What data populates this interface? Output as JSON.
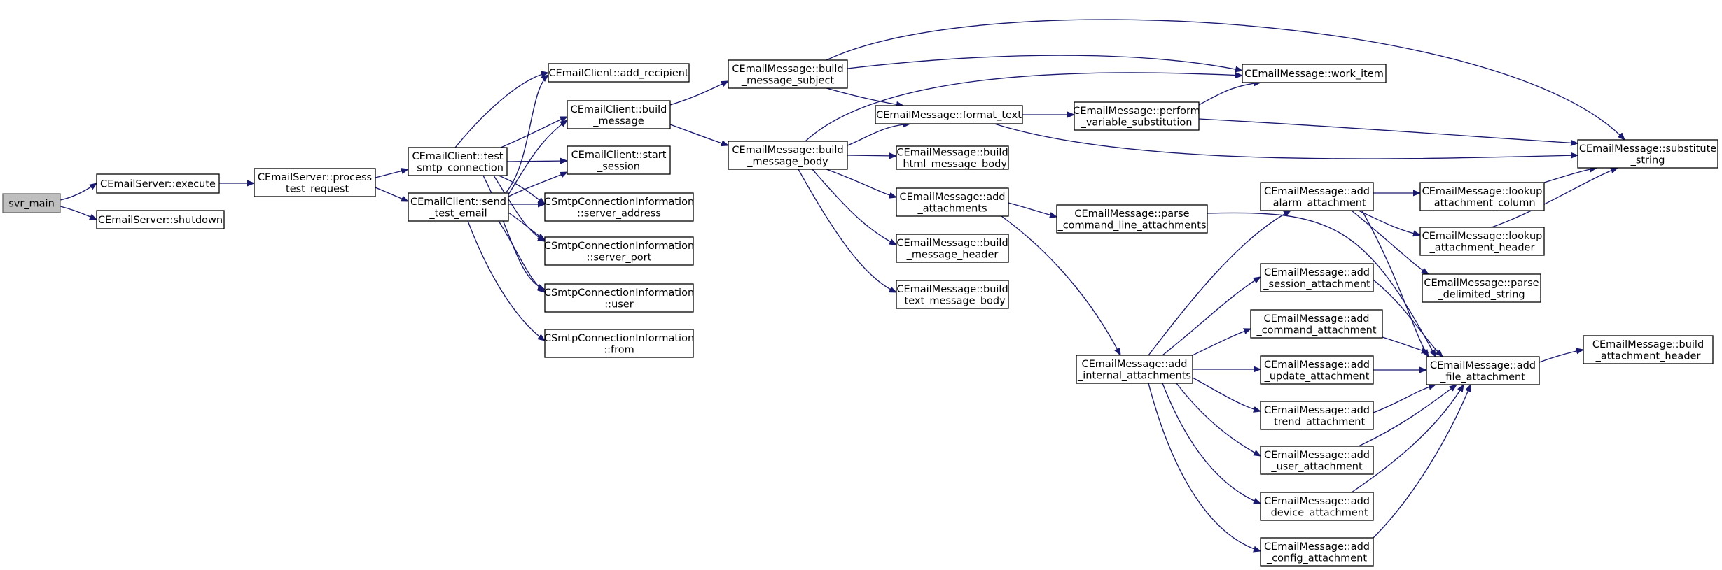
{
  "diagram": {
    "colors": {
      "edge": "#191970",
      "node_border": "#000000",
      "root_fill": "#bfbfbf",
      "node_fill": "#ffffff"
    },
    "nodes": [
      {
        "id": "svr_main",
        "lines": [
          "svr_main"
        ],
        "root": true
      },
      {
        "id": "srv_execute",
        "lines": [
          "CEmailServer::execute"
        ]
      },
      {
        "id": "srv_shutdown",
        "lines": [
          "CEmailServer::shutdown"
        ]
      },
      {
        "id": "srv_process",
        "lines": [
          "CEmailServer::process",
          "_test_request"
        ]
      },
      {
        "id": "cli_test",
        "lines": [
          "CEmailClient::test",
          "_smtp_connection"
        ]
      },
      {
        "id": "cli_send",
        "lines": [
          "CEmailClient::send",
          "_test_email"
        ]
      },
      {
        "id": "cli_add_recipient",
        "lines": [
          "CEmailClient::add_recipient"
        ]
      },
      {
        "id": "cli_build",
        "lines": [
          "CEmailClient::build",
          "_message"
        ]
      },
      {
        "id": "cli_start",
        "lines": [
          "CEmailClient::start",
          "_session"
        ]
      },
      {
        "id": "sci_addr",
        "lines": [
          "CSmtpConnectionInformation",
          "::server_address"
        ]
      },
      {
        "id": "sci_port",
        "lines": [
          "CSmtpConnectionInformation",
          "::server_port"
        ]
      },
      {
        "id": "sci_user",
        "lines": [
          "CSmtpConnectionInformation",
          "::user"
        ]
      },
      {
        "id": "sci_from",
        "lines": [
          "CSmtpConnectionInformation",
          "::from"
        ]
      },
      {
        "id": "msg_subject",
        "lines": [
          "CEmailMessage::build",
          "_message_subject"
        ]
      },
      {
        "id": "msg_body",
        "lines": [
          "CEmailMessage::build",
          "_message_body"
        ]
      },
      {
        "id": "msg_work",
        "lines": [
          "CEmailMessage::work_item"
        ]
      },
      {
        "id": "msg_format",
        "lines": [
          "CEmailMessage::format_text"
        ]
      },
      {
        "id": "msg_perform",
        "lines": [
          "CEmailMessage::perform",
          "_variable_substitution"
        ]
      },
      {
        "id": "msg_subst",
        "lines": [
          "CEmailMessage::substitute",
          "_string"
        ]
      },
      {
        "id": "msg_html",
        "lines": [
          "CEmailMessage::build",
          "_html_message_body"
        ]
      },
      {
        "id": "msg_add_att",
        "lines": [
          "CEmailMessage::add",
          "_attachments"
        ]
      },
      {
        "id": "msg_header",
        "lines": [
          "CEmailMessage::build",
          "_message_header"
        ]
      },
      {
        "id": "msg_text",
        "lines": [
          "CEmailMessage::build",
          "_text_message_body"
        ]
      },
      {
        "id": "msg_parse_cmd",
        "lines": [
          "CEmailMessage::parse",
          "_command_line_attachments"
        ]
      },
      {
        "id": "msg_internal",
        "lines": [
          "CEmailMessage::add",
          "_internal_attachments"
        ]
      },
      {
        "id": "msg_alarm",
        "lines": [
          "CEmailMessage::add",
          "_alarm_attachment"
        ]
      },
      {
        "id": "msg_session",
        "lines": [
          "CEmailMessage::add",
          "_session_attachment"
        ]
      },
      {
        "id": "msg_command",
        "lines": [
          "CEmailMessage::add",
          "_command_attachment"
        ]
      },
      {
        "id": "msg_update",
        "lines": [
          "CEmailMessage::add",
          "_update_attachment"
        ]
      },
      {
        "id": "msg_trend",
        "lines": [
          "CEmailMessage::add",
          "_trend_attachment"
        ]
      },
      {
        "id": "msg_user",
        "lines": [
          "CEmailMessage::add",
          "_user_attachment"
        ]
      },
      {
        "id": "msg_device",
        "lines": [
          "CEmailMessage::add",
          "_device_attachment"
        ]
      },
      {
        "id": "msg_config",
        "lines": [
          "CEmailMessage::add",
          "_config_attachment"
        ]
      },
      {
        "id": "msg_file",
        "lines": [
          "CEmailMessage::add",
          "_file_attachment"
        ]
      },
      {
        "id": "msg_lookup_col",
        "lines": [
          "CEmailMessage::lookup",
          "_attachment_column"
        ]
      },
      {
        "id": "msg_lookup_hdr",
        "lines": [
          "CEmailMessage::lookup",
          "_attachment_header"
        ]
      },
      {
        "id": "msg_parse_delim",
        "lines": [
          "CEmailMessage::parse",
          "_delimited_string"
        ]
      },
      {
        "id": "msg_build_att_hdr",
        "lines": [
          "CEmailMessage::build",
          "_attachment_header"
        ]
      }
    ],
    "edges": [
      [
        "svr_main",
        "srv_execute"
      ],
      [
        "svr_main",
        "srv_shutdown"
      ],
      [
        "srv_execute",
        "srv_process"
      ],
      [
        "srv_process",
        "cli_test"
      ],
      [
        "srv_process",
        "cli_send"
      ],
      [
        "cli_test",
        "cli_add_recipient"
      ],
      [
        "cli_test",
        "cli_build"
      ],
      [
        "cli_test",
        "cli_start"
      ],
      [
        "cli_test",
        "sci_addr"
      ],
      [
        "cli_test",
        "sci_port"
      ],
      [
        "cli_test",
        "sci_user"
      ],
      [
        "cli_send",
        "cli_add_recipient"
      ],
      [
        "cli_send",
        "cli_build"
      ],
      [
        "cli_send",
        "cli_start"
      ],
      [
        "cli_send",
        "sci_addr"
      ],
      [
        "cli_send",
        "sci_port"
      ],
      [
        "cli_send",
        "sci_user"
      ],
      [
        "cli_send",
        "sci_from"
      ],
      [
        "cli_build",
        "msg_subject"
      ],
      [
        "cli_build",
        "msg_body"
      ],
      [
        "msg_subject",
        "msg_work"
      ],
      [
        "msg_subject",
        "msg_format"
      ],
      [
        "msg_subject",
        "msg_subst"
      ],
      [
        "msg_body",
        "msg_work"
      ],
      [
        "msg_body",
        "msg_format"
      ],
      [
        "msg_body",
        "msg_html"
      ],
      [
        "msg_body",
        "msg_add_att"
      ],
      [
        "msg_body",
        "msg_header"
      ],
      [
        "msg_body",
        "msg_text"
      ],
      [
        "msg_format",
        "msg_perform"
      ],
      [
        "msg_format",
        "msg_subst"
      ],
      [
        "msg_perform",
        "msg_work"
      ],
      [
        "msg_perform",
        "msg_subst"
      ],
      [
        "msg_add_att",
        "msg_parse_cmd"
      ],
      [
        "msg_add_att",
        "msg_internal"
      ],
      [
        "msg_parse_cmd",
        "msg_file"
      ],
      [
        "msg_internal",
        "msg_alarm"
      ],
      [
        "msg_internal",
        "msg_session"
      ],
      [
        "msg_internal",
        "msg_command"
      ],
      [
        "msg_internal",
        "msg_update"
      ],
      [
        "msg_internal",
        "msg_trend"
      ],
      [
        "msg_internal",
        "msg_user"
      ],
      [
        "msg_internal",
        "msg_device"
      ],
      [
        "msg_internal",
        "msg_config"
      ],
      [
        "msg_alarm",
        "msg_lookup_col"
      ],
      [
        "msg_alarm",
        "msg_lookup_hdr"
      ],
      [
        "msg_alarm",
        "msg_parse_delim"
      ],
      [
        "msg_alarm",
        "msg_file"
      ],
      [
        "msg_session",
        "msg_file"
      ],
      [
        "msg_command",
        "msg_file"
      ],
      [
        "msg_update",
        "msg_file"
      ],
      [
        "msg_trend",
        "msg_file"
      ],
      [
        "msg_user",
        "msg_file"
      ],
      [
        "msg_device",
        "msg_file"
      ],
      [
        "msg_config",
        "msg_file"
      ],
      [
        "msg_lookup_col",
        "msg_subst"
      ],
      [
        "msg_lookup_hdr",
        "msg_subst"
      ],
      [
        "msg_file",
        "msg_build_att_hdr"
      ]
    ]
  }
}
